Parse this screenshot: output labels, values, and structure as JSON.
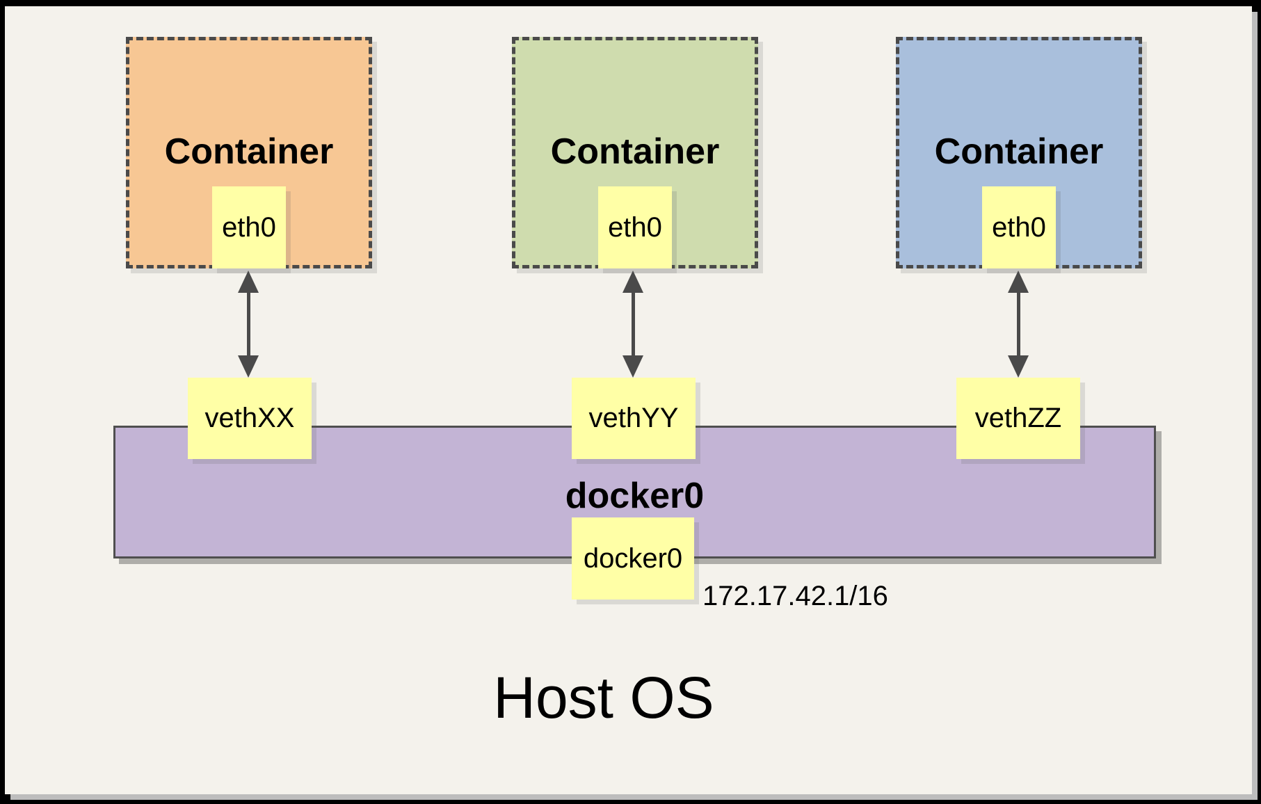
{
  "containers": [
    {
      "label": "Container",
      "interface": "eth0",
      "fill": "#F7C794"
    },
    {
      "label": "Container",
      "interface": "eth0",
      "fill": "#CFDCAE"
    },
    {
      "label": "Container",
      "interface": "eth0",
      "fill": "#A9BFDC"
    }
  ],
  "veth_endpoints": [
    {
      "label": "vethXX"
    },
    {
      "label": "vethYY"
    },
    {
      "label": "vethZZ"
    }
  ],
  "bridge": {
    "name_label": "docker0",
    "interface_label": "docker0",
    "ip_cidr": "172.17.42.1/16",
    "fill": "#C3B4D5"
  },
  "host": {
    "label": "Host OS"
  },
  "colors": {
    "page_background": "#F4F2EC",
    "outer_border": "#000000",
    "note_yellow": "#FFFFA6",
    "dashed_border": "#4A4A4A",
    "arrow": "#4A4A4A"
  }
}
